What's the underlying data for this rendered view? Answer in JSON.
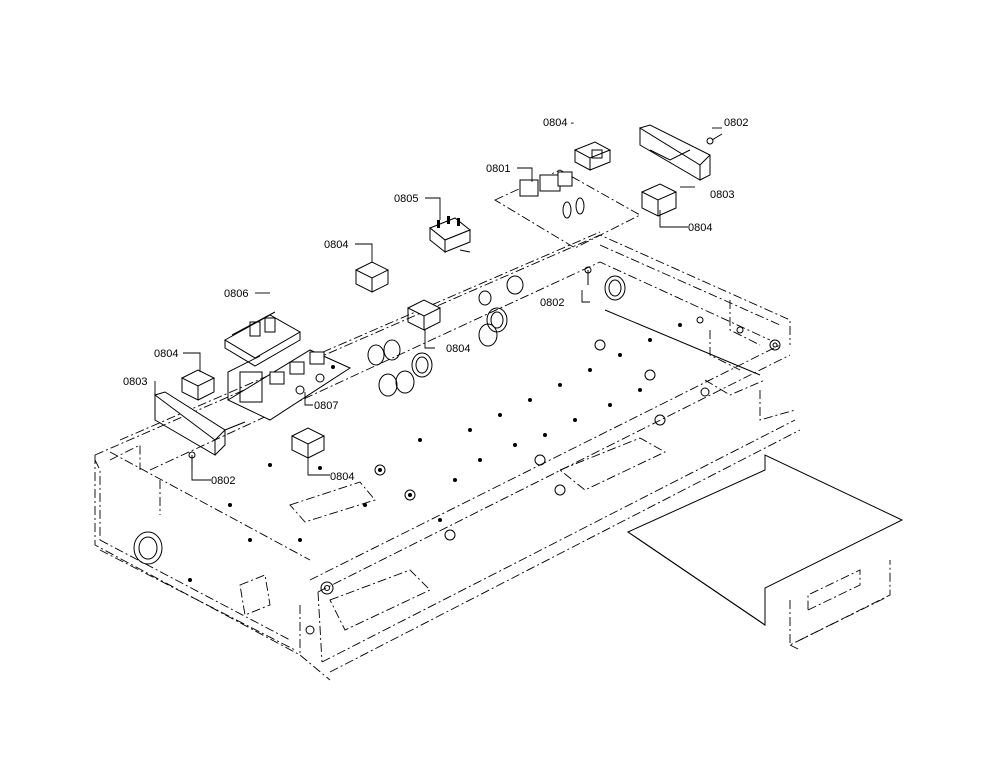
{
  "part_labels": {
    "p0801": "0801",
    "p0802_top_right": "0802",
    "p0802_center": "0802",
    "p0802_left": "0802",
    "p0803_top_right": "0803",
    "p0803_left": "0803",
    "p0804_top": "0804 -",
    "p0804_right": "0804",
    "p0804_upper_mid": "0804",
    "p0804_mid": "0804",
    "p0804_left": "0804",
    "p0804_lower": "0804",
    "p0805": "0805",
    "p0806": "0806",
    "p0807": "0807"
  }
}
